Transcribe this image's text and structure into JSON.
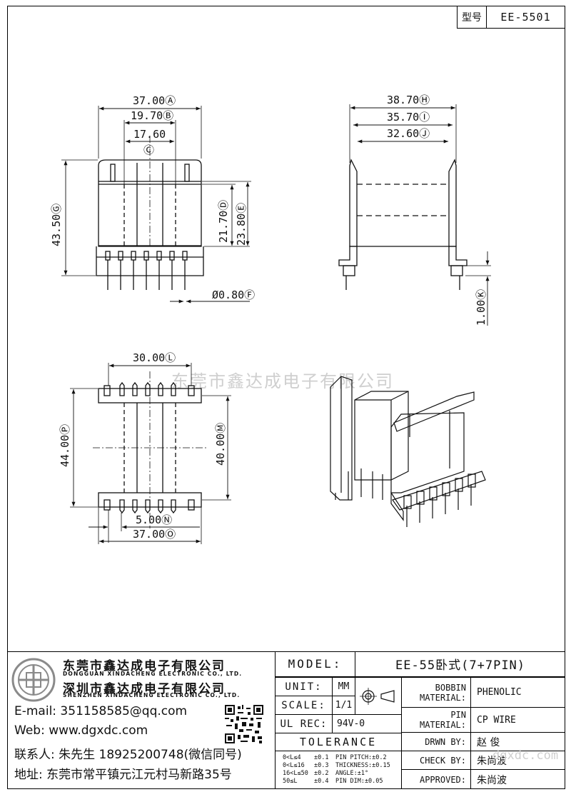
{
  "header": {
    "type_label": "型号",
    "type_value": "EE-5501"
  },
  "dimensions": {
    "A": "37.00",
    "B": "19.70",
    "C": "17.60",
    "D": "21.70",
    "E": "23.80",
    "F": "Ø0.80",
    "G": "43.50",
    "H": "38.70",
    "I": "35.70",
    "J": "32.60",
    "K": "1.00",
    "L": "30.00",
    "M": "40.00",
    "N": "5.00",
    "O": "37.00",
    "P": "44.00"
  },
  "watermark": "东莞市鑫达成电子有限公司",
  "watermark2": "dgxdc.com",
  "company": {
    "name_cn_1": "东莞市鑫达成电子有限公司",
    "name_en_1": "DONGGUAN XINDACHENG ELECTRONIC CO., LTD.",
    "name_cn_2": "深圳市鑫达成电子有限公司",
    "name_en_2": "SHENZHEN XINDACHENG ELECTRONIC CO., LTD.",
    "email": "E-mail: 351158585@qq.com",
    "web": "Web: www.dgxdc.com",
    "contact": "联系人: 朱先生 18925200748(微信同号)",
    "address": "地址: 东莞市常平镇元江元村马新路35号"
  },
  "title_block": {
    "model_label": "MODEL:",
    "model_value": "EE-55卧式(7+7PIN)",
    "unit_label": "UNIT:",
    "unit_value": "MM",
    "scale_label": "SCALE:",
    "scale_value": "1/1",
    "ulrec_label": "UL REC:",
    "ulrec_value": "94V-0",
    "tolerance_label": "TOLERANCE",
    "bobbin_label_1": "BOBBIN",
    "bobbin_label_2": "MATERIAL:",
    "bobbin_value": "PHENOLIC",
    "pin_label_1": "PIN",
    "pin_label_2": "MATERIAL:",
    "pin_value": "CP WIRE",
    "drawn_label": "DRWN BY:",
    "drawn_value": "赵 俊",
    "check_label": "CHECK BY:",
    "check_value": "朱尚波",
    "approved_label": "APPROVED:",
    "approved_value": "朱尚波",
    "tol_rows": [
      [
        "0<L≤4",
        "±0.1",
        "PIN PITCH:±0.2"
      ],
      [
        "0<L≤16",
        "±0.3",
        "THICKNESS:±0.15"
      ],
      [
        "16<L≤50",
        "±0.2",
        "ANGLE:±1°"
      ],
      [
        "50≤L",
        "±0.4",
        "PIN DIM:±0.05"
      ]
    ]
  }
}
